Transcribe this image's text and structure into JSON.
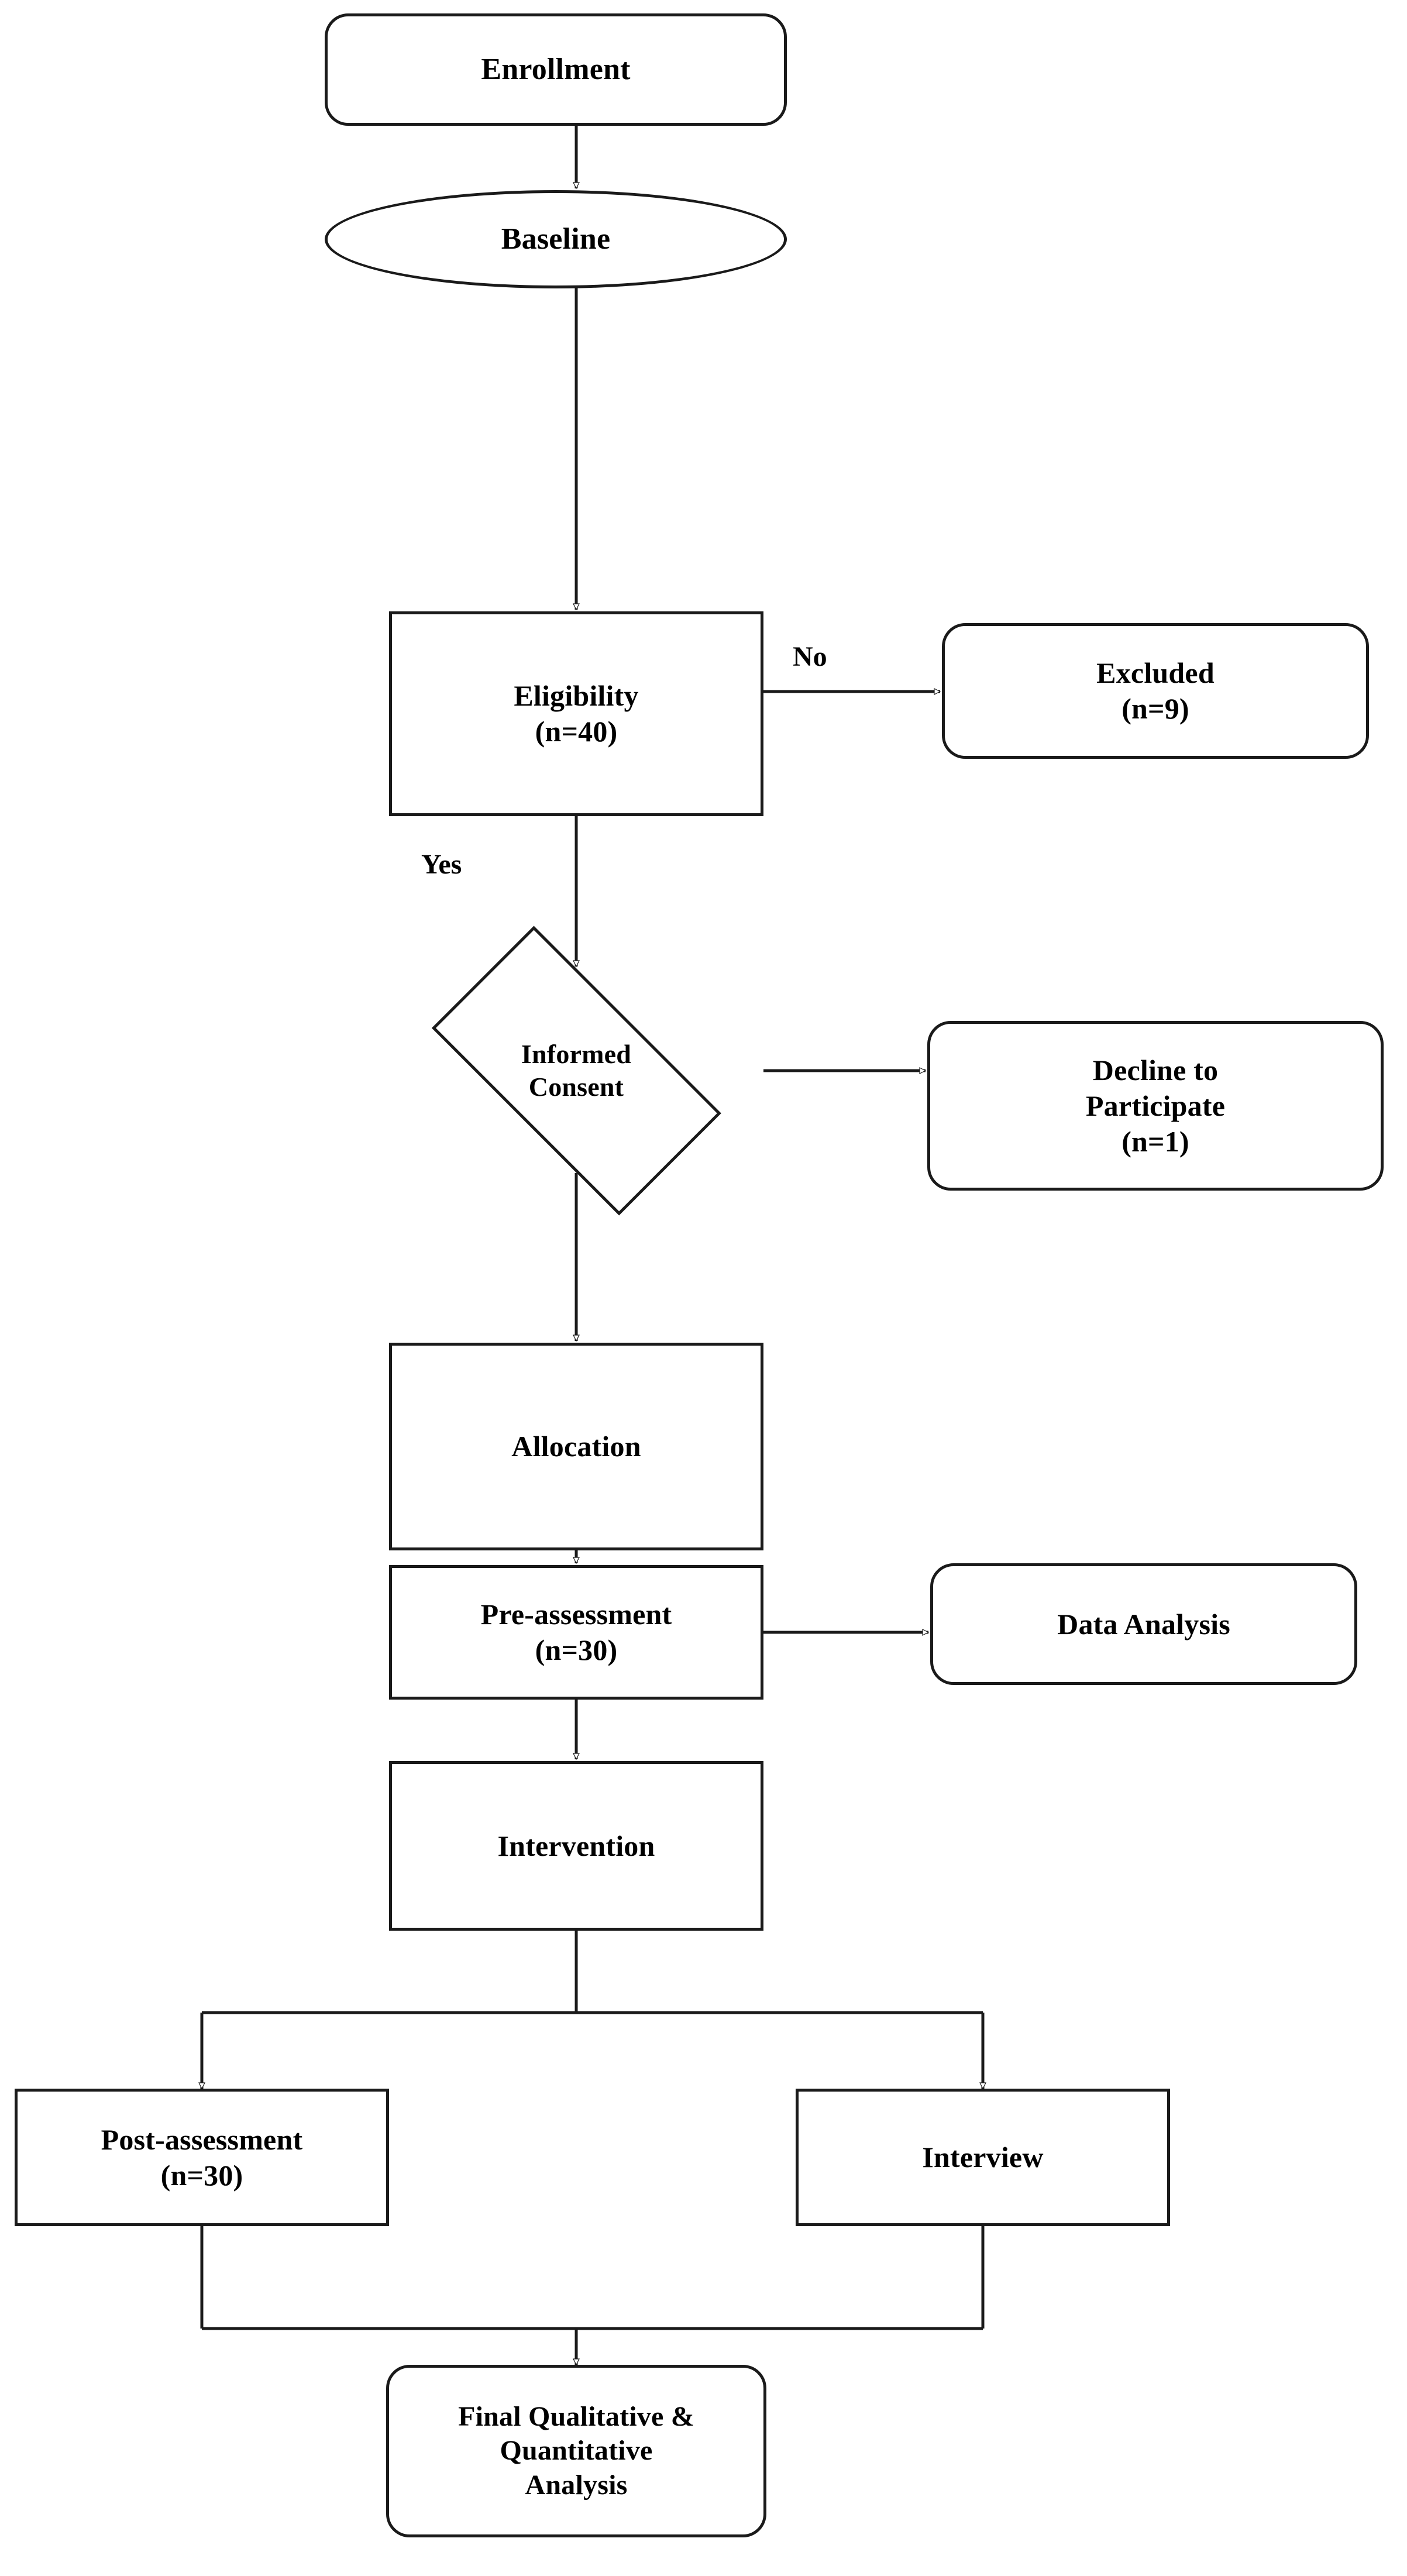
{
  "diagram": {
    "type": "flowchart",
    "orientation": "top-to-bottom",
    "nodes": [
      {
        "id": "enrollment",
        "label": "Enrollment",
        "shape": "rounded-rectangle"
      },
      {
        "id": "baseline",
        "label": "Baseline",
        "shape": "ellipse"
      },
      {
        "id": "eligibility",
        "label": "Eligibility\n(n=40)",
        "shape": "rectangle"
      },
      {
        "id": "excluded",
        "label": "Excluded\n(n=9)",
        "shape": "rounded-rectangle"
      },
      {
        "id": "consent",
        "label": "Informed\nConsent",
        "shape": "diamond"
      },
      {
        "id": "decline",
        "label": "Decline to\nParticipate\n(n=1)",
        "shape": "rounded-rectangle"
      },
      {
        "id": "allocation",
        "label": "Allocation",
        "shape": "rectangle"
      },
      {
        "id": "preassessment",
        "label": "Pre-assessment\n(n=30)",
        "shape": "rectangle"
      },
      {
        "id": "dataanalysis",
        "label": "Data Analysis",
        "shape": "rounded-rectangle"
      },
      {
        "id": "intervention",
        "label": "Intervention",
        "shape": "rectangle"
      },
      {
        "id": "postassessment",
        "label": "Post-assessment\n(n=30)",
        "shape": "rectangle"
      },
      {
        "id": "interview",
        "label": "Interview",
        "shape": "rectangle"
      },
      {
        "id": "finalanalysis",
        "label": "Final Qualitative &\nQuantitative\nAnalysis",
        "shape": "rounded-rectangle"
      }
    ],
    "edge_labels": [
      {
        "id": "no",
        "label": "No"
      },
      {
        "id": "yes",
        "label": "Yes"
      }
    ],
    "edges": [
      {
        "from": "enrollment",
        "to": "baseline",
        "label": ""
      },
      {
        "from": "baseline",
        "to": "eligibility",
        "label": ""
      },
      {
        "from": "eligibility",
        "to": "excluded",
        "label": "No"
      },
      {
        "from": "eligibility",
        "to": "consent",
        "label": "Yes"
      },
      {
        "from": "consent",
        "to": "decline",
        "label": ""
      },
      {
        "from": "consent",
        "to": "allocation",
        "label": ""
      },
      {
        "from": "allocation",
        "to": "preassessment",
        "label": ""
      },
      {
        "from": "preassessment",
        "to": "dataanalysis",
        "label": ""
      },
      {
        "from": "preassessment",
        "to": "intervention",
        "label": ""
      },
      {
        "from": "intervention",
        "to": "postassessment",
        "label": ""
      },
      {
        "from": "intervention",
        "to": "interview",
        "label": ""
      },
      {
        "from": "postassessment",
        "to": "finalanalysis",
        "label": ""
      },
      {
        "from": "interview",
        "to": "finalanalysis",
        "label": ""
      }
    ],
    "colors": {
      "stroke": "#1a1a1a",
      "fill": "#ffffff",
      "text": "#000000"
    }
  }
}
